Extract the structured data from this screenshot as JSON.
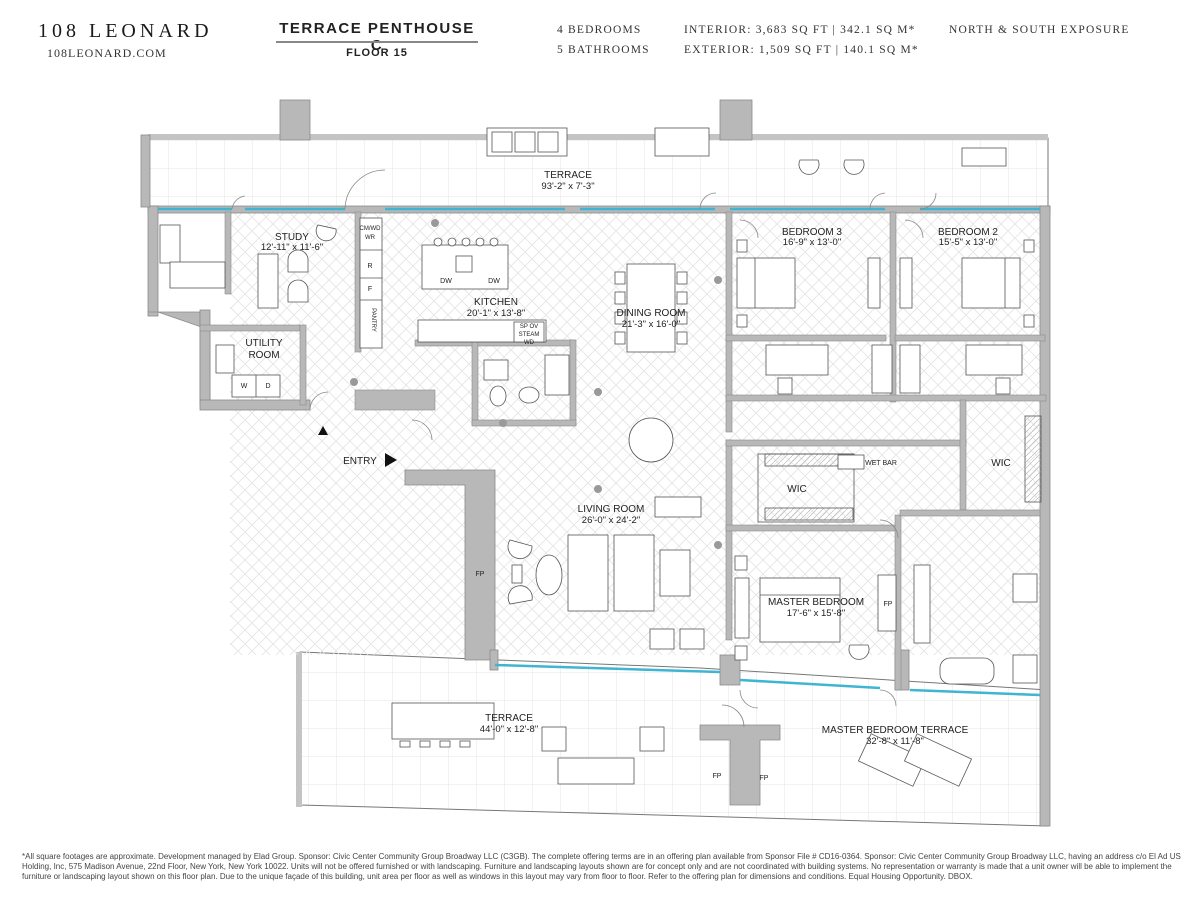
{
  "header": {
    "brand": "108 LEONARD",
    "website": "108LEONARD.COM",
    "unit_name": "TERRACE PENTHOUSE C",
    "floor": "FLOOR 15",
    "bedrooms": "4 BEDROOMS",
    "bathrooms": "5 BATHROOMS",
    "interior": "INTERIOR: 3,683 SQ FT | 342.1 SQ M*",
    "exterior": "EXTERIOR: 1,509 SQ FT | 140.1 SQ M*",
    "exposure": "NORTH & SOUTH EXPOSURE"
  },
  "rooms": {
    "terrace_north": {
      "name": "TERRACE",
      "dims": "93'-2\" x 7'-3\""
    },
    "study": {
      "name": "STUDY",
      "dims": "12'-11\" x 11'-6\""
    },
    "kitchen": {
      "name": "KITCHEN",
      "dims": "20'-1\" x 13'-8\""
    },
    "dining": {
      "name": "DINING ROOM",
      "dims": "21'-3\" x 16'-0\""
    },
    "bedroom3": {
      "name": "BEDROOM 3",
      "dims": "16'-9\" x 13'-0\""
    },
    "bedroom2": {
      "name": "BEDROOM 2",
      "dims": "15'-5\" x 13'-0\""
    },
    "utility": {
      "name1": "UTILITY",
      "name2": "ROOM"
    },
    "living": {
      "name": "LIVING ROOM",
      "dims": "26'-0\" x 24'-2\""
    },
    "master": {
      "name": "MASTER BEDROOM",
      "dims": "17'-6\" x 15'-8\""
    },
    "terrace_south": {
      "name": "TERRACE",
      "dims": "44'-0\" x 12'-8\""
    },
    "master_terrace": {
      "name": "MASTER BEDROOM TERRACE",
      "dims": "32'-8\" x 11'-8\""
    }
  },
  "labels": {
    "entry": "ENTRY",
    "wic": "WIC",
    "wet_bar": "WET BAR",
    "fp": "FP",
    "dw": "DW",
    "w": "W",
    "d": "D",
    "r": "R",
    "f": "F",
    "pantry": "PANTRY",
    "cmwd": "CM/WD",
    "wr": "WR",
    "sp_ov": "SP OV",
    "steam": "STEAM",
    "wd": "WD"
  },
  "disclaimer": "*All square footages are approximate. Development managed by Elad Group. Sponsor: Civic Center Community Group Broadway LLC (C3GB). The complete offering terms are in an offering plan available from Sponsor File # CD16-0364. Sponsor: Civic Center Community Group Broadway LLC, having an address c/o El Ad US Holding, Inc, 575 Madison Avenue, 22nd Floor, New York, New York 10022. Units will not be offered furnished or with landscaping. Furniture and landscaping layouts shown are for concept only and are not coordinated with building systems. No representation or warranty is made that a unit owner will be able to implement the furniture or landscaping layout shown on this floor plan. Due to the unique façade of this building, unit area per floor as well as windows in this layout may vary from floor to floor. Refer to the offering plan for dimensions and conditions. Equal Housing Opportunity. DBOX.",
  "colors": {
    "wall": "#b3b3b3",
    "glass": "#3fb4d3",
    "line": "#555555",
    "hatch": "#e2e2e2"
  }
}
